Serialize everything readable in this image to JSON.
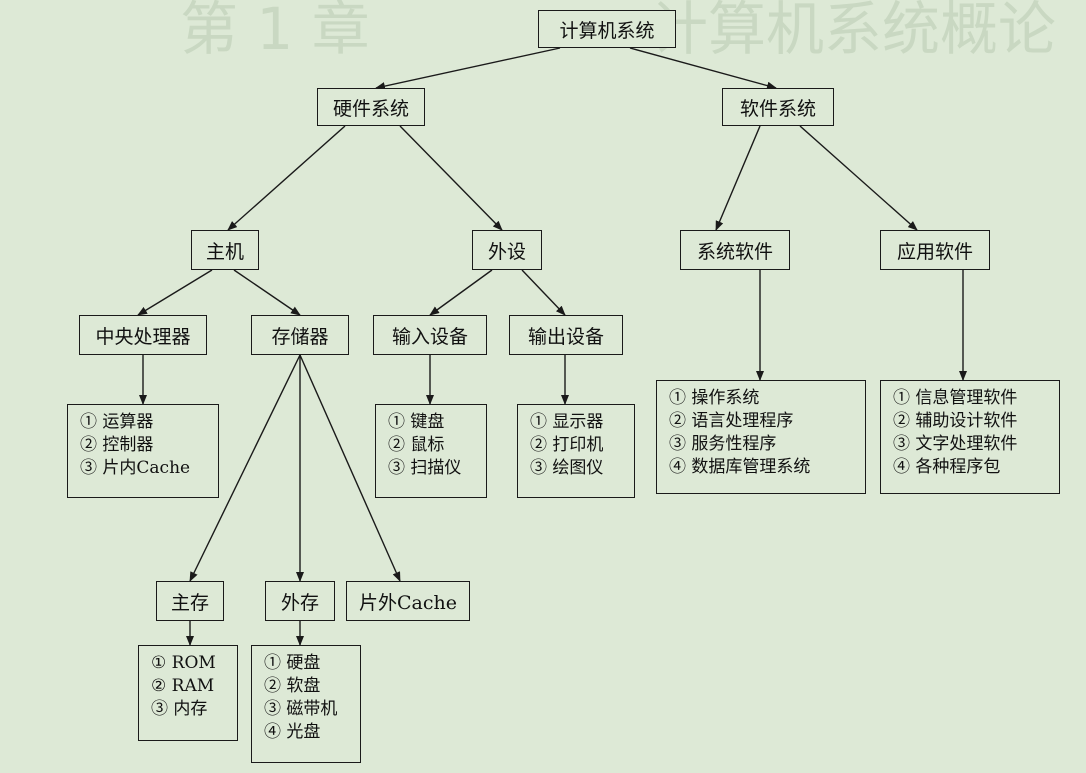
{
  "background_text": {
    "heading_left": "第 1 章",
    "heading_right": "计算机系统概论"
  },
  "nodes": {
    "root": "计算机系统",
    "hardware": "硬件系统",
    "software": "软件系统",
    "host": "主机",
    "peripheral": "外设",
    "system_software": "系统软件",
    "application_software": "应用软件",
    "cpu": "中央处理器",
    "memory": "存储器",
    "input_devices": "输入设备",
    "output_devices": "输出设备",
    "main_memory": "主存",
    "external_memory": "外存",
    "off_chip_cache": "片外Cache"
  },
  "lists": {
    "cpu_items": [
      "① 运算器",
      "② 控制器",
      "③ 片内Cache"
    ],
    "input_items": [
      "① 键盘",
      "② 鼠标",
      "③ 扫描仪"
    ],
    "output_items": [
      "① 显示器",
      "② 打印机",
      "③ 绘图仪"
    ],
    "system_software_items": [
      "① 操作系统",
      "② 语言处理程序",
      "③ 服务性程序",
      "④ 数据库管理系统"
    ],
    "application_software_items": [
      "① 信息管理软件",
      "② 辅助设计软件",
      "③ 文字处理软件",
      "④ 各种程序包"
    ],
    "main_memory_items": [
      "① ROM",
      "② RAM",
      "③ 内存"
    ],
    "external_memory_items": [
      "① 硬盘",
      "② 软盘",
      "③ 磁带机",
      "④ 光盘"
    ]
  },
  "colors": {
    "background": "#dde9d6",
    "line": "#1a1a1a"
  }
}
